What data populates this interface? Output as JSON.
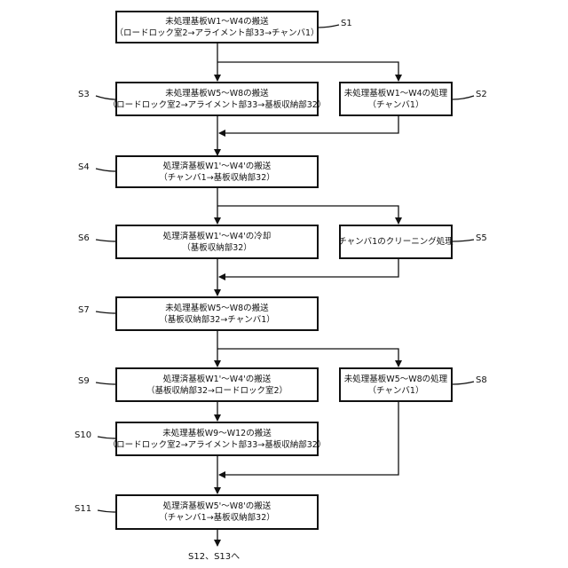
{
  "steps": {
    "s1": {
      "id": "S1",
      "line1": "未処理基板W1～W4の搬送",
      "line2": "（ロードロック室2→アライメント部33→チャンバ1）"
    },
    "s2": {
      "id": "S2",
      "line1": "未処理基板W1～W4の処理",
      "line2": "（チャンバ1）"
    },
    "s3": {
      "id": "S3",
      "line1": "未処理基板W5～W8の搬送",
      "line2": "（ロードロック室2→アライメント部33→基板収納部32）"
    },
    "s4": {
      "id": "S4",
      "line1": "処理済基板W1'～W4'の搬送",
      "line2": "（チャンバ1→基板収納部32）"
    },
    "s5": {
      "id": "S5",
      "line1": "チャンバ1のクリーニング処理"
    },
    "s6": {
      "id": "S6",
      "line1": "処理済基板W1'～W4'の冷却",
      "line2": "（基板収納部32）"
    },
    "s7": {
      "id": "S7",
      "line1": "未処理基板W5～W8の搬送",
      "line2": "（基板収納部32→チャンバ1）"
    },
    "s8": {
      "id": "S8",
      "line1": "未処理基板W5～W8の処理",
      "line2": "（チャンバ1）"
    },
    "s9": {
      "id": "S9",
      "line1": "処理済基板W1'～W4'の搬送",
      "line2": "（基板収納部32→ロードロック室2）"
    },
    "s10": {
      "id": "S10",
      "line1": "未処理基板W9～W12の搬送",
      "line2": "（ロードロック室2→アライメント部33→基板収納部32）"
    },
    "s11": {
      "id": "S11",
      "line1": "処理済基板W5'～W8'の搬送",
      "line2": "（チャンバ1→基板収納部32）"
    }
  },
  "continuation": "S12、S13へ"
}
